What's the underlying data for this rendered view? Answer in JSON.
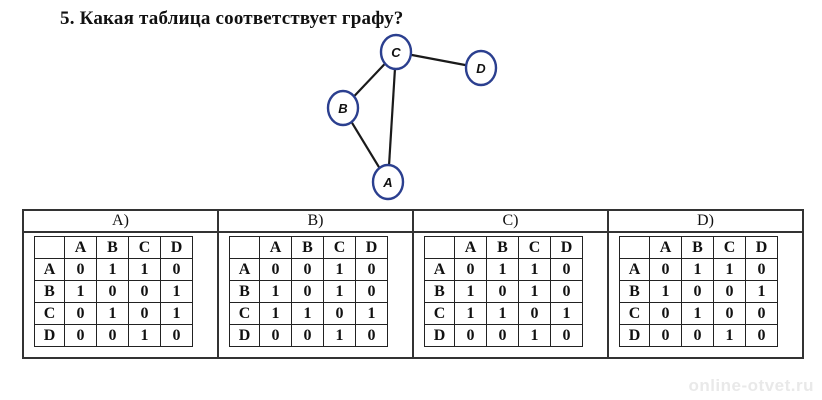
{
  "question": {
    "number": "5.",
    "text": "Какая таблица соответствует графу?"
  },
  "graph": {
    "nodes": [
      {
        "id": "C",
        "label": "C"
      },
      {
        "id": "D",
        "label": "D"
      },
      {
        "id": "B",
        "label": "B"
      },
      {
        "id": "A",
        "label": "A"
      }
    ],
    "edges": [
      [
        "C",
        "D"
      ],
      [
        "C",
        "B"
      ],
      [
        "C",
        "A"
      ],
      [
        "B",
        "A"
      ]
    ]
  },
  "headers": [
    "A",
    "B",
    "C",
    "D"
  ],
  "options": [
    {
      "label": "A)",
      "rows": [
        {
          "h": "A",
          "v": [
            "0",
            "1",
            "1",
            "0"
          ]
        },
        {
          "h": "B",
          "v": [
            "1",
            "0",
            "0",
            "1"
          ]
        },
        {
          "h": "C",
          "v": [
            "0",
            "1",
            "0",
            "1"
          ]
        },
        {
          "h": "D",
          "v": [
            "0",
            "0",
            "1",
            "0"
          ]
        }
      ]
    },
    {
      "label": "B)",
      "rows": [
        {
          "h": "A",
          "v": [
            "0",
            "0",
            "1",
            "0"
          ]
        },
        {
          "h": "B",
          "v": [
            "1",
            "0",
            "1",
            "0"
          ]
        },
        {
          "h": "C",
          "v": [
            "1",
            "1",
            "0",
            "1"
          ]
        },
        {
          "h": "D",
          "v": [
            "0",
            "0",
            "1",
            "0"
          ]
        }
      ]
    },
    {
      "label": "C)",
      "rows": [
        {
          "h": "A",
          "v": [
            "0",
            "1",
            "1",
            "0"
          ]
        },
        {
          "h": "B",
          "v": [
            "1",
            "0",
            "1",
            "0"
          ]
        },
        {
          "h": "C",
          "v": [
            "1",
            "1",
            "0",
            "1"
          ]
        },
        {
          "h": "D",
          "v": [
            "0",
            "0",
            "1",
            "0"
          ]
        }
      ]
    },
    {
      "label": "D)",
      "rows": [
        {
          "h": "A",
          "v": [
            "0",
            "1",
            "1",
            "0"
          ]
        },
        {
          "h": "B",
          "v": [
            "1",
            "0",
            "0",
            "1"
          ]
        },
        {
          "h": "C",
          "v": [
            "0",
            "1",
            "0",
            "0"
          ]
        },
        {
          "h": "D",
          "v": [
            "0",
            "0",
            "1",
            "0"
          ]
        }
      ]
    }
  ],
  "watermark": "online-otvet.ru"
}
